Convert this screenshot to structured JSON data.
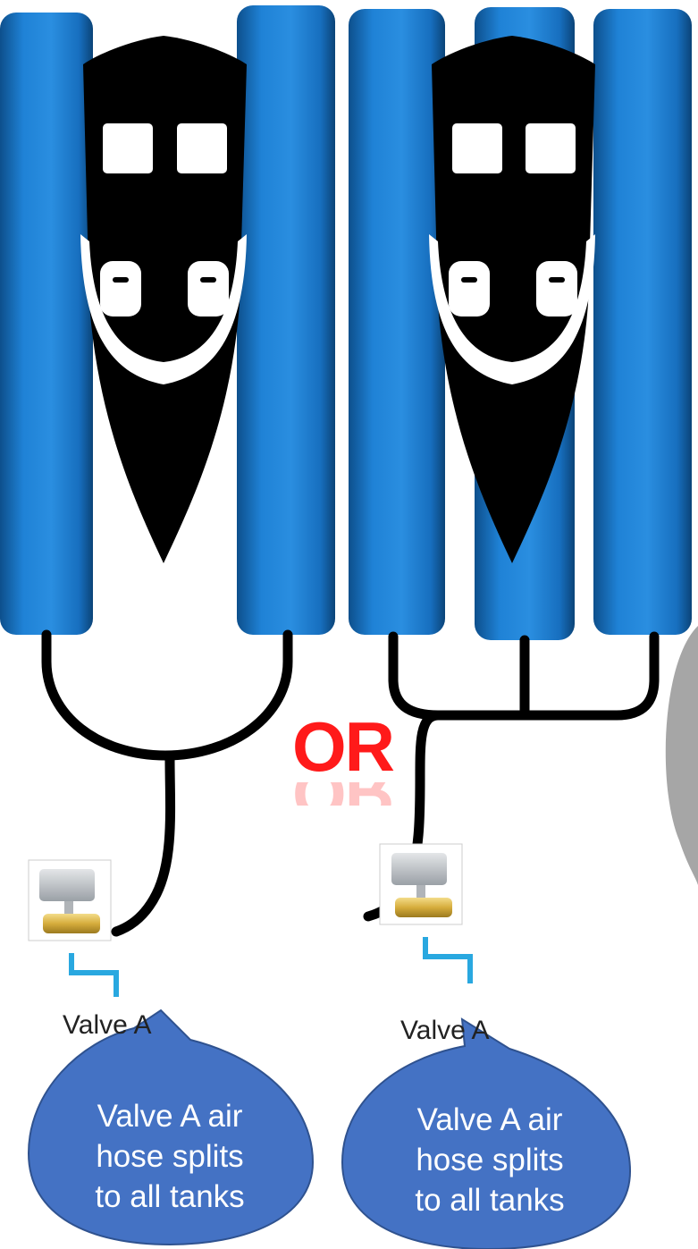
{
  "diagram": {
    "separator_word": "OR",
    "left_option": {
      "valve_label": "Valve A",
      "callout_lines": [
        "Valve A air",
        "hose splits",
        "to all tanks"
      ]
    },
    "right_option": {
      "valve_label": "Valve A",
      "callout_lines": [
        "Valve A air",
        "hose splits",
        "to all tanks"
      ]
    }
  },
  "colors": {
    "tank_blue": "#1e7fd0",
    "boat_black": "#000000",
    "callout_blue": "#4472c4",
    "or_red": "#ff1a1a",
    "pipe_blue": "#29a8e0",
    "gray_shape": "#999999"
  }
}
